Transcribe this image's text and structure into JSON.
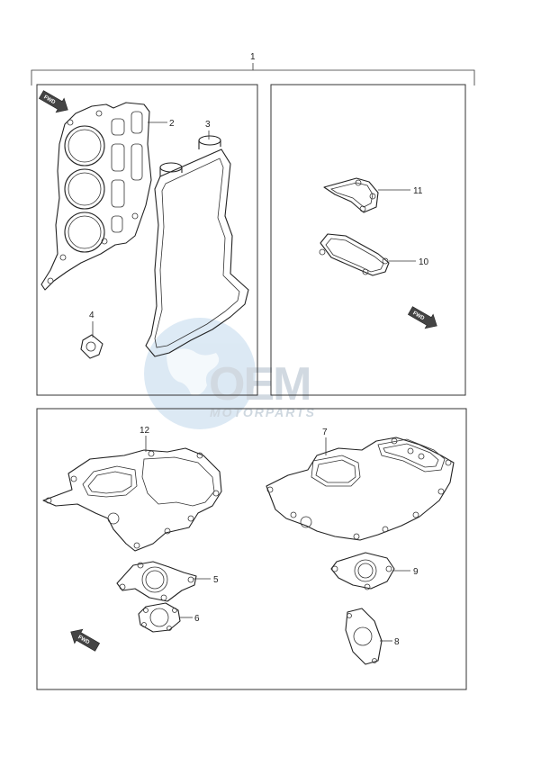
{
  "watermark": {
    "brand": "OEM",
    "sub": "MOTORPARTS",
    "color": "#c9d3dc",
    "globe_color": "#d7e6f3"
  },
  "fwd_label": "FWD",
  "parts": {
    "p1": "1",
    "p2": "2",
    "p3": "3",
    "p4": "4",
    "p5": "5",
    "p6": "6",
    "p7": "7",
    "p8": "8",
    "p9": "9",
    "p10": "10",
    "p11": "11",
    "p12": "12"
  }
}
